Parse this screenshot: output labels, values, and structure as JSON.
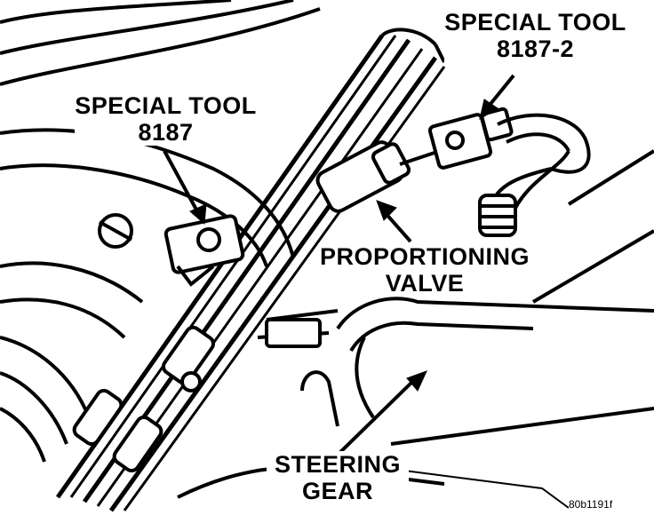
{
  "labels": {
    "special_tool_2_line1": "SPECIAL TOOL",
    "special_tool_2_line2": "8187-2",
    "special_tool_line1": "SPECIAL TOOL",
    "special_tool_line2": "8187",
    "proportioning_line1": "PROPORTIONING",
    "proportioning_line2": "VALVE",
    "steering_line1": "STEERING",
    "steering_line2": "GEAR",
    "figure_code": "80b1191f"
  },
  "colors": {
    "ink": "#000000",
    "paper": "#ffffff"
  }
}
